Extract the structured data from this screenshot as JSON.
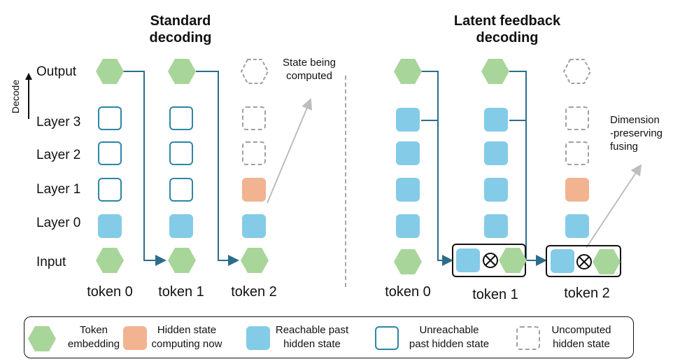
{
  "left_panel": {
    "title_line1": "Standard",
    "title_line2": "decoding",
    "tokens": [
      "token 0",
      "token 1",
      "token 2"
    ],
    "note_line1": "State being",
    "note_line2": "computed"
  },
  "right_panel": {
    "title_line1": "Latent feedback",
    "title_line2": "decoding",
    "tokens": [
      "token 0",
      "token 1",
      "token 2"
    ],
    "note_line1": "Dimension",
    "note_line2": "-preserving",
    "note_line3": "fusing"
  },
  "row_labels": {
    "output": "Output",
    "layer3": "Layer 3",
    "layer2": "Layer 2",
    "layer1": "Layer 1",
    "layer0": "Layer 0",
    "input": "Input"
  },
  "decode_label": "Decode",
  "legend": {
    "token_embedding": [
      "Token",
      "embedding"
    ],
    "hidden_computing": [
      "Hidden state",
      "computing now"
    ],
    "reachable": [
      "Reachable past",
      "hidden state"
    ],
    "unreachable": [
      "Unreachable",
      "past hidden state"
    ],
    "uncomputed": [
      "Uncomputed",
      "hidden state"
    ]
  },
  "colors": {
    "token_embedding": "#a8d59a",
    "reachable": "#84cbe8",
    "computing": "#f2b391",
    "unreachable_border": "#2c86a5",
    "uncomputed_border": "#a0a0a0",
    "arrow": "#2c6d8c"
  }
}
